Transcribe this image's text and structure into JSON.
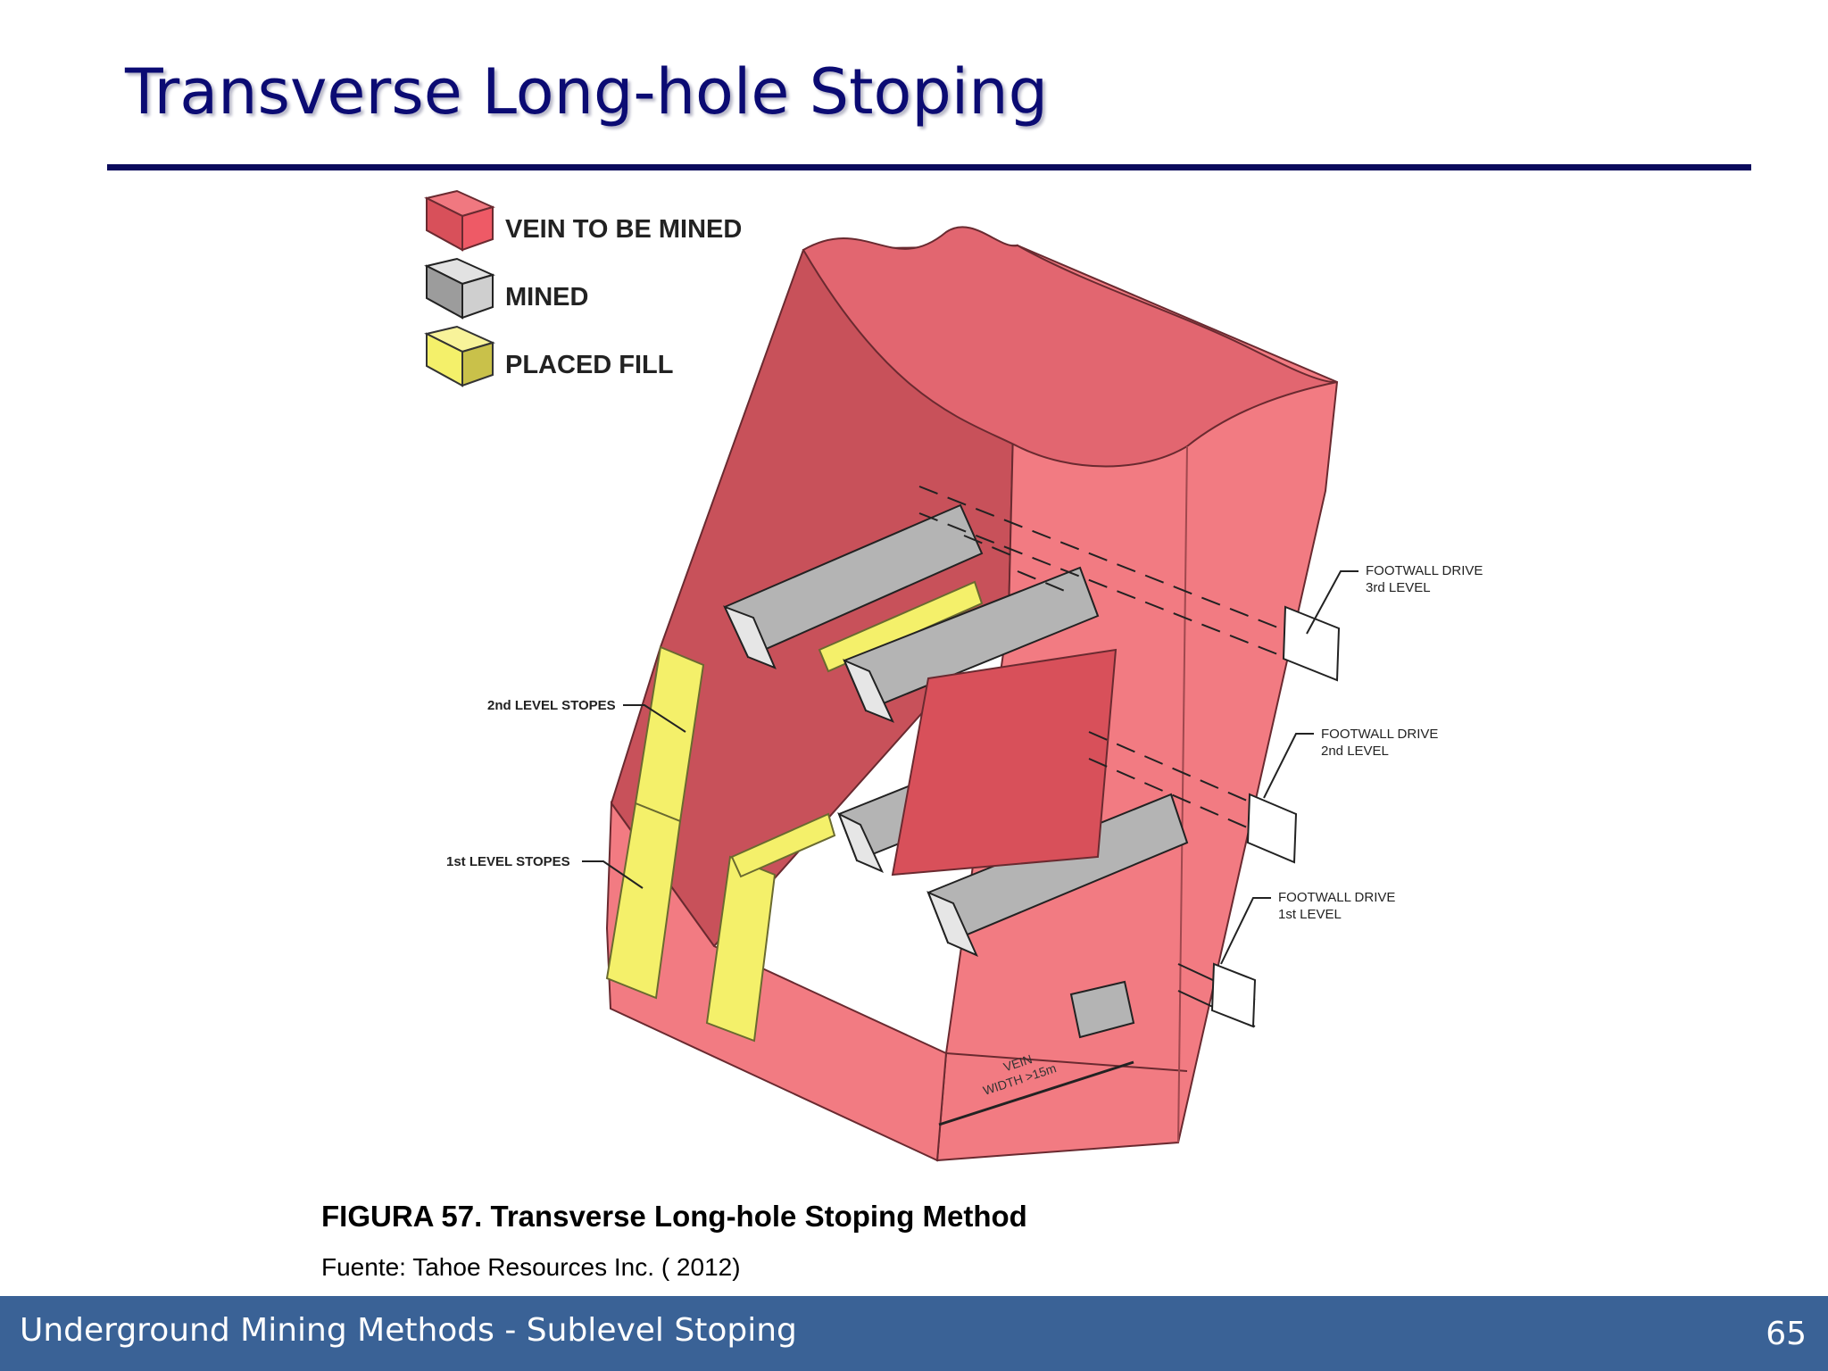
{
  "slide": {
    "title": "Transverse Long-hole Stoping"
  },
  "figure": {
    "legend": [
      {
        "label": "VEIN TO BE MINED",
        "color": "#ee5a66"
      },
      {
        "label": "MINED",
        "color": "#b4b4b4"
      },
      {
        "label": "PLACED FILL",
        "color": "#f4f06a"
      }
    ],
    "labels": {
      "stopes_2nd": "2nd LEVEL STOPES",
      "stopes_1st": "1st LEVEL STOPES",
      "footwall_3_line1": "FOOTWALL DRIVE",
      "footwall_3_line2": "3rd LEVEL",
      "footwall_2_line1": "FOOTWALL DRIVE",
      "footwall_2_line2": "2nd LEVEL",
      "footwall_1_line1": "FOOTWALL DRIVE",
      "footwall_1_line2": "1st LEVEL",
      "vein_line1": "VEIN",
      "vein_line2": "WIDTH >15m"
    },
    "caption": "FIGURA 57.  Transverse Long-hole Stoping Method",
    "source": "Fuente: Tahoe Resources Inc. ( 2012)"
  },
  "footer": {
    "text": "Underground Mining Methods - Sublevel Stoping",
    "page": "65"
  },
  "colors": {
    "title": "#0b0b73",
    "footer_bg": "#3a6296",
    "vein": "#ee5a66",
    "vein_dark": "#c8515a",
    "mined": "#b4b4b4",
    "fill": "#f4f06a"
  }
}
